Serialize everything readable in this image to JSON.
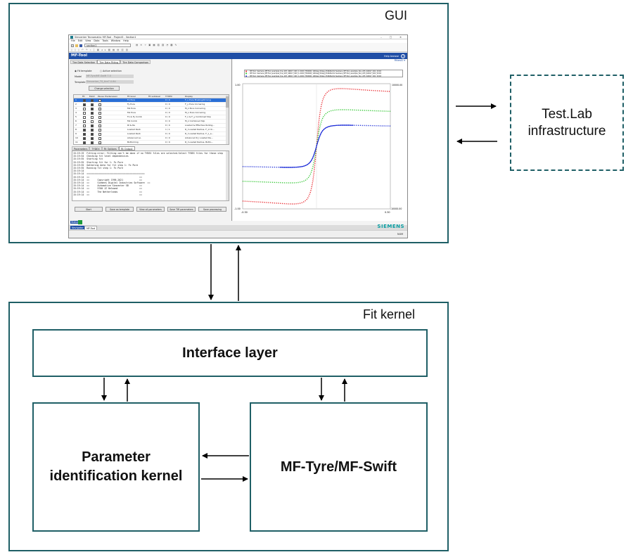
{
  "gui": {
    "label": "GUI",
    "screenshot": {
      "window_title": "Simcenter Tecnomatix: MF-Tool - Project3 - Section1",
      "menu": [
        "File",
        "Edit",
        "View",
        "Data",
        "Tools",
        "Window",
        "Help"
      ],
      "combo": "section1",
      "panel_title": "MF-Tool",
      "help_label": "Help browse",
      "tabs": [
        "Tire Data Selection",
        "Tire Data Fitting",
        "Tire Data Comparison"
      ],
      "radio_fit_template": "Fit template",
      "radio_active_selection": "Active selection",
      "model_label": "Model",
      "model_value": "MF-Tyre/MF-Swift 7.0",
      "template_label": "Template",
      "template_value": "Simcenter_TS_tire7.0.fttl",
      "change_selection": "Change selection",
      "table_headers": [
        "Fit",
        "Estim",
        "Pause",
        "Predecessor",
        "Fit level",
        "Fit sublevel",
        "TYDEX",
        "Display"
      ],
      "table_rows": [
        {
          "num": "1",
          "fit": "Fx Pure",
          "tydex": "0 / 0",
          "display": "F_x Pure Braking/Driving"
        },
        {
          "num": "2",
          "fit": "Fy Pure",
          "tydex": "0 / 0",
          "display": "F_y Pure Cornering"
        },
        {
          "num": "3",
          "fit": "Mz Pure",
          "tydex": "0 / 0",
          "display": "M_z Pure Cornering"
        },
        {
          "num": "4",
          "fit": "Mx Pure",
          "tydex": "0 / 0",
          "display": "M_x Pure Cornering"
        },
        {
          "num": "5",
          "fit": "Fx & Fy Comb",
          "tydex": "0 / 0",
          "display": "F_x & F_y Combined Slip"
        },
        {
          "num": "6",
          "fit": "Mz Comb",
          "tydex": "0 / 0",
          "display": "M_z Combined Slip"
        },
        {
          "num": "7",
          "fit": "Rl & Re",
          "tydex": "0 / 0",
          "display": "Loaded & Effective Rolling..."
        },
        {
          "num": "8",
          "fit": "Loaded Radi.",
          "tydex": "1 / 1",
          "display": "R_l Loaded Radius, F_x=0..."
        },
        {
          "num": "9",
          "fit": "Loaded Radi.",
          "tydex": "0 / 0",
          "display": "R_l Loaded Radius, F_x_a..."
        },
        {
          "num": "10",
          "fit": "Advanced Lo.",
          "tydex": "0 / 0",
          "display": "Advanced R_l Loaded Ra..."
        },
        {
          "num": "11",
          "fit": "Bottoming",
          "tydex": "0 / 0",
          "display": "R_l Loaded Radius, Botto..."
        }
      ],
      "bottom_tabs": [
        "Parameters",
        "TYDEX",
        "Fit Options",
        "Fit Output"
      ],
      "log_lines": [
        "15:19:19  Fitting error: Fitting can't be done if no TYDEX files are selected.Select TYDEX files for these step",
        "15:19:54  Checking fit level dependencies",
        "15:19:55  Starting fit",
        "15:19:55  Starting fit for 1: Fx Pure",
        "15:19:55  Gathering data for fit step 1: Fx Pure",
        "15:19:55  Running fit step 1: Fx Pure",
        "15:19:14",
        "15:19:14  ===========================================",
        "15:19:14  ==                                     ==",
        "15:19:14  ==      Copyright 1996-2021            ==",
        "15:19:14  ==      Siemens Digital Industries Software  ==",
        "15:19:14  ==      Automotive Simcenter SB        ==",
        "15:19:14  ==      5700 JZ Helmond                ==",
        "15:19:14  ==      The Netherlands                ==",
        "15:19:14  ==                                     =="
      ],
      "action_buttons": [
        "Start",
        "Save as template",
        "View all parameters",
        "Save TIR parameters",
        "Save processing"
      ],
      "status_label": "Status",
      "nav_tabs": [
        "Navigator",
        "MF-Tool"
      ],
      "plot_legend": [
        "MF-Tool: Siemens_MF-Tool_example_tire_225_40R17_94V_1.0XXX_TR0000_100deg_t0deg_250bPa.tdx  Siemens_MF-Tool_example_tire_225_40R17_94V_XXXX",
        "MF-Tool: Siemens_MF-Tool_example_tire_225_40R17_94V_1.0XXX_TR0000_100deg_t0deg_250bPa.tdx  Siemens_MF-Tool_example_tire_225_40R17_94V_XXXX",
        "MF-Tool: Siemens_MF-Tool_example_tire_225_40R17_94V_1.0XXX_TR0000_100deg_t0deg_250bPa.tdx  Siemens_MF-Tool_example_tire_225_40R17_94V_XXXX"
      ],
      "plot_y_left_top": "1.00",
      "plot_y_left_bottom": "-1.00",
      "plot_y_right_top": "10000.00",
      "plot_y_right_bottom": "-10000.00",
      "plot_x_left": "-0.30",
      "plot_x_right": "0.30",
      "brand": "SIEMENS",
      "bottom_right": "NUM"
    },
    "series_colors": {
      "red": "#e8242a",
      "green": "#2fc52f",
      "blue": "#1f2fd8"
    }
  },
  "testlab": {
    "line1": "Test.Lab",
    "line2": "infrastructure"
  },
  "fit_kernel": {
    "label": "Fit kernel",
    "interface_layer": "Interface layer",
    "param_line1": "Parameter",
    "param_line2": "identification kernel",
    "mftyre": "MF-Tyre/MF-Swift"
  },
  "colors": {
    "border": "#1f5f66",
    "arrow": "#000000"
  }
}
